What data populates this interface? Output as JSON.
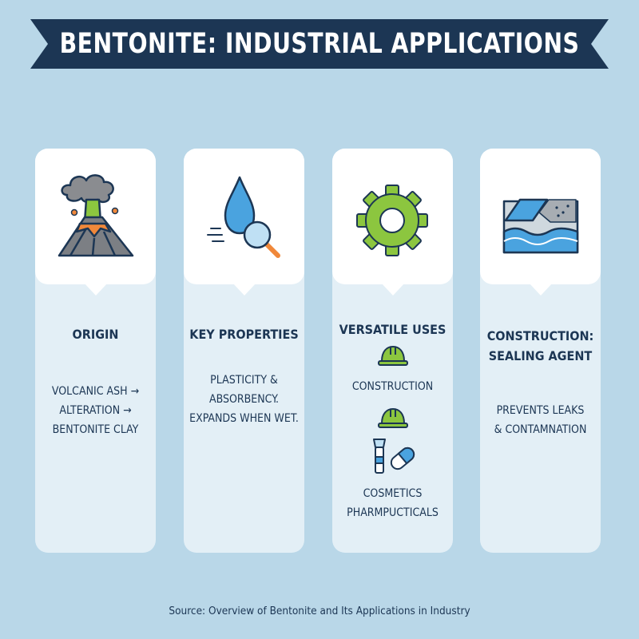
{
  "header": {
    "title": "BENTONITE: INDUSTRIAL APPLICATIONS"
  },
  "cards": [
    {
      "icon": "volcano-icon",
      "title": "ORIGIN",
      "text": [
        "VOLCANIC ASH →",
        "ALTERATION →",
        "BENTONITE CLAY"
      ]
    },
    {
      "icon": "water-drop-magnifier-icon",
      "title": "KEY PROPERTIES",
      "text": [
        "PLASTICITY &",
        "ABSORBENCY.",
        "EXPANDS WHEN WET."
      ]
    },
    {
      "icon": "gear-icon",
      "title": "VERSATILE USES",
      "uses": [
        {
          "icon": "hard-hat-icon",
          "label": [
            "CONSTRUCTION"
          ]
        },
        {
          "icon": "hard-hat-icon",
          "label": []
        },
        {
          "icon": "cosmetics-pill-icon",
          "label": [
            "COSMETICS",
            "PHARMPUCTICALS"
          ]
        }
      ]
    },
    {
      "icon": "soil-water-layers-icon",
      "title": [
        "CONSTRUCTION:",
        "SEALING AGENT"
      ],
      "text": [
        "PREVENTS LEAKS",
        "& CONTAMNATION"
      ]
    }
  ],
  "footer": {
    "source": "Source: Overview of Bentonite and Its Applications in Industry"
  },
  "colors": {
    "banner": "#1c3654",
    "background": "#b9d7e8",
    "card": "#e3eff6",
    "text": "#1c3654",
    "gear": "#8cc63f",
    "water": "#4aa3df"
  }
}
